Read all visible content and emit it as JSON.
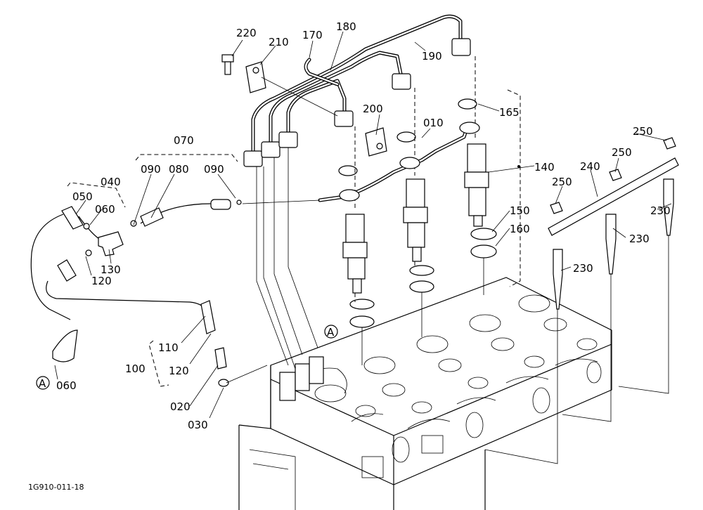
{
  "labels": {
    "p220": "220",
    "p210": "210",
    "p170": "170",
    "p180": "180",
    "p190": "190",
    "p200": "200",
    "p010": "010",
    "p165": "165",
    "p140": "140",
    "p070": "070",
    "p090a": "090",
    "p080": "080",
    "p090b": "090",
    "p040": "040",
    "p050": "050",
    "p060a": "060",
    "p130": "130",
    "p120a": "120",
    "p150": "150",
    "p160": "160",
    "p250a": "250",
    "p250b": "250",
    "p250c": "250",
    "p240": "240",
    "p230a": "230",
    "p230b": "230",
    "p230c": "230",
    "p110": "110",
    "p120b": "120",
    "p100": "100",
    "p020": "020",
    "p030": "030",
    "p060b": "060",
    "markerA1": "A",
    "markerA2": "A"
  },
  "footer": {
    "reference": "1G910-011-18"
  }
}
